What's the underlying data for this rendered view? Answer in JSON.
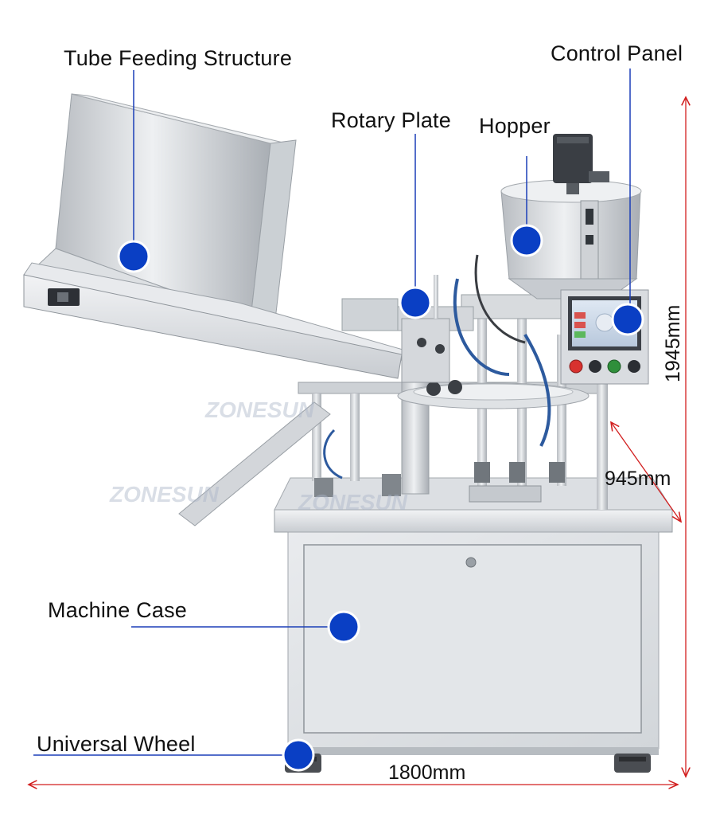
{
  "labels": {
    "tube_feeding": "Tube Feeding Structure",
    "control_panel": "Control Panel",
    "rotary_plate": "Rotary Plate",
    "hopper": "Hopper",
    "machine_case": "Machine Case",
    "universal_wheel": "Universal Wheel"
  },
  "dimensions": {
    "height": "1945mm",
    "depth": "945mm",
    "width": "1800mm"
  },
  "watermark": "ZONESUN",
  "colors": {
    "marker": "#0a3fc4",
    "leader_line": "#1b3fb8",
    "dimension_arrow": "#d21f1f",
    "steel_light": "#e6e8eb",
    "steel_mid": "#c3c7cc",
    "steel_dark": "#8d9298"
  }
}
